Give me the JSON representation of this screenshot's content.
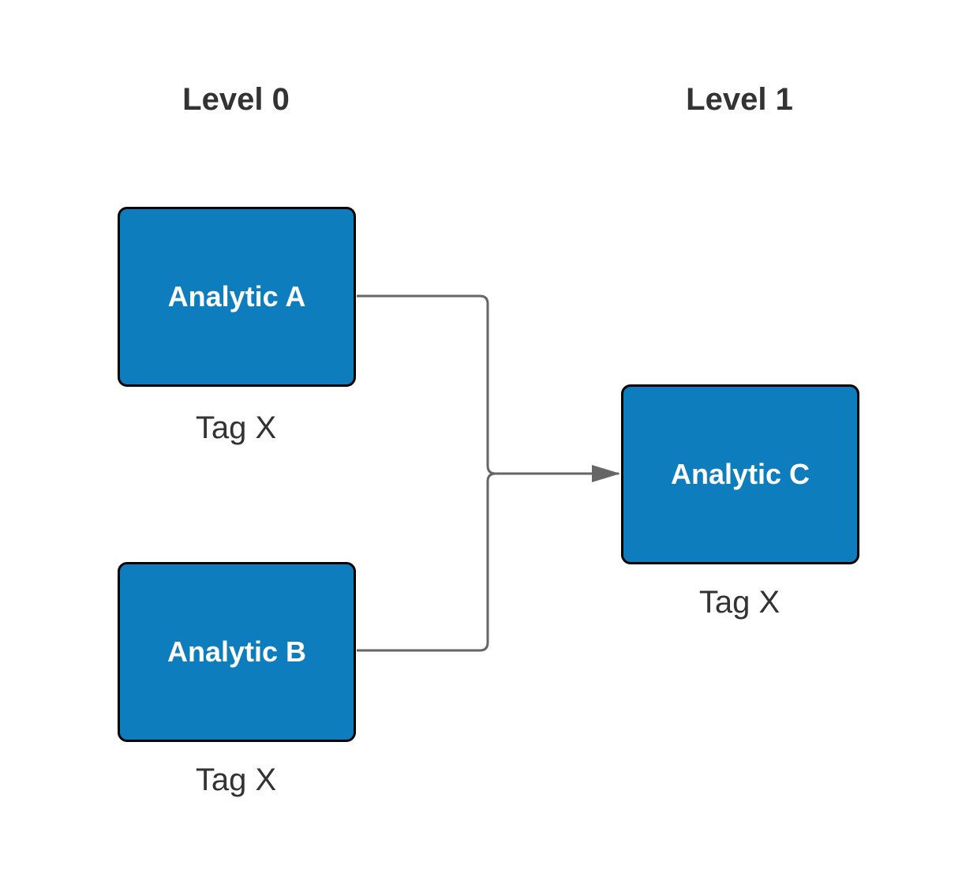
{
  "levels": [
    {
      "label": "Level 0"
    },
    {
      "label": "Level 1"
    }
  ],
  "nodes": [
    {
      "id": "a",
      "label": "Analytic A",
      "tag": "Tag X"
    },
    {
      "id": "b",
      "label": "Analytic B",
      "tag": "Tag X"
    },
    {
      "id": "c",
      "label": "Analytic C",
      "tag": "Tag X"
    }
  ],
  "edges": [
    {
      "from": "a",
      "to": "c"
    },
    {
      "from": "b",
      "to": "c"
    }
  ],
  "colors": {
    "node_fill": "#0e7dbd",
    "node_border": "#000000",
    "node_text": "#ffffff",
    "text": "#333333",
    "connector": "#666666"
  }
}
